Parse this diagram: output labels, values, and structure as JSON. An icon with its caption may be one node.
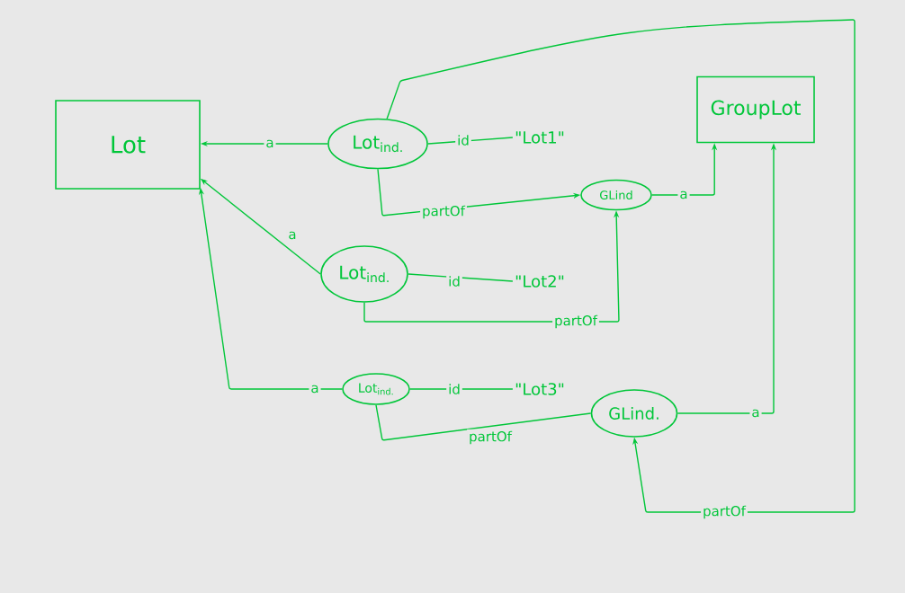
{
  "diagram": {
    "nodes": [
      {
        "text": [
          "Lot"
        ]
      },
      {
        "text": [
          "GroupLot"
        ]
      },
      {
        "text": [
          "Lot$_{ind.}$"
        ]
      },
      {
        "text": [
          "\"Lot1\""
        ]
      },
      {
        "text": [
          "GLind"
        ]
      },
      {
        "text": [
          "Lot$_{ind.}$"
        ]
      },
      {
        "text": [
          "\"Lot2\""
        ]
      },
      {
        "text": [
          "Lot$_{ind.}$"
        ]
      },
      {
        "text": [
          "\"Lot3\""
        ]
      },
      {
        "text": [
          "GLind."
        ]
      }
    ],
    "edges": [
      {
        "from": 2,
        "to": 0,
        "arrow": "to",
        "label": "a"
      },
      {
        "from": 2,
        "to": 3,
        "arrow": "none",
        "label": "id"
      },
      {
        "from": 2,
        "to": 4,
        "arrow": "to",
        "label": "partOf"
      },
      {
        "from": 4,
        "to": 1,
        "arrow": "to",
        "label": "a"
      },
      {
        "from": 5,
        "to": 0,
        "arrow": "to",
        "label": "a"
      },
      {
        "from": 5,
        "to": 6,
        "arrow": "none",
        "label": "id"
      },
      {
        "from": 5,
        "to": 4,
        "arrow": "to",
        "label": "partOf"
      },
      {
        "from": 7,
        "to": 0,
        "arrow": "to",
        "label": "a"
      },
      {
        "from": 7,
        "to": 8,
        "arrow": "none",
        "label": "id"
      },
      {
        "from": 7,
        "to": 9,
        "arrow": "none",
        "label": "partOf"
      },
      {
        "from": 9,
        "to": 1,
        "arrow": "to",
        "label": "a"
      },
      {
        "from": 2,
        "to": 9,
        "arrow": "to",
        "label": "partOf"
      }
    ]
  }
}
